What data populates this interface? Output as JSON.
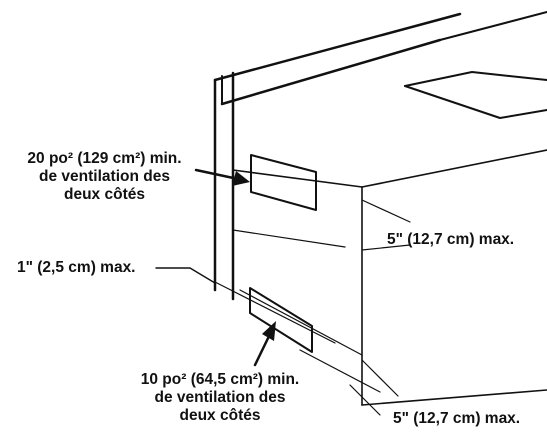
{
  "labels": {
    "top_vent": {
      "line1": "20 po² (129 cm²) min.",
      "line2": "de ventilation des",
      "line3": "deux côtés"
    },
    "bottom_vent": {
      "line1": "10 po² (64,5 cm²) min.",
      "line2": "de ventilation des",
      "line3": "deux côtés"
    },
    "gap_side": "5\" (12,7 cm) max.",
    "gap_bottom": "5\" (12,7 cm) max.",
    "gap_top_left": "1\" (2,5 cm) max."
  },
  "colors": {
    "ink": "#111111",
    "background": "#ffffff"
  }
}
